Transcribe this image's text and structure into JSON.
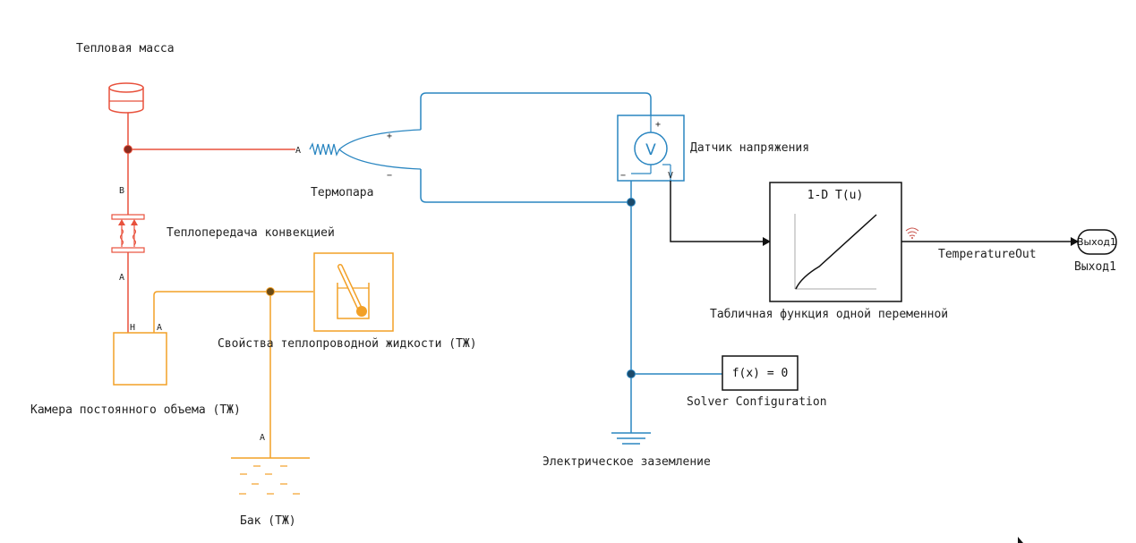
{
  "colors": {
    "thermal": "#e8513c",
    "electrical": "#2a86c1",
    "thermal_liquid": "#f2a027",
    "signal": "#111111"
  },
  "blocks": {
    "thermal_mass": {
      "label": "Тепловая масса",
      "icon": "cylinder-icon"
    },
    "convection": {
      "label": "Теплопередача конвекцией",
      "port_b": "B",
      "port_a": "A",
      "icon": "convection-icon"
    },
    "chamber": {
      "label": "Камера постоянного объема (ТЖ)",
      "port_h": "H",
      "port_a": "A"
    },
    "fluid_props": {
      "label": "Свойства теплопроводной жидкости (ТЖ)",
      "icon": "thermometer-beaker-icon"
    },
    "tank": {
      "label": "Бак (ТЖ)",
      "port_a": "A",
      "icon": "tank-icon"
    },
    "thermocouple": {
      "label": "Термопара",
      "port_a": "A",
      "port_plus": "+",
      "port_minus": "−",
      "icon": "thermocouple-icon"
    },
    "voltage_sensor": {
      "label": "Датчик напряжения",
      "glyph": "V",
      "port_plus": "+",
      "port_minus": "−",
      "port_v": "V"
    },
    "ground": {
      "label": "Электрическое заземление",
      "icon": "ground-icon"
    },
    "solver": {
      "label": "Solver Configuration",
      "text": "f(x) = 0"
    },
    "lookup": {
      "label": "Табличная функция одной переменной",
      "title": "1-D T(u)",
      "icon": "lookup-curve-icon"
    },
    "signal": {
      "label": "TemperatureOut",
      "icon": "signal-wifi-icon"
    },
    "outport": {
      "label": "Выход1",
      "text": "Выход1"
    }
  }
}
